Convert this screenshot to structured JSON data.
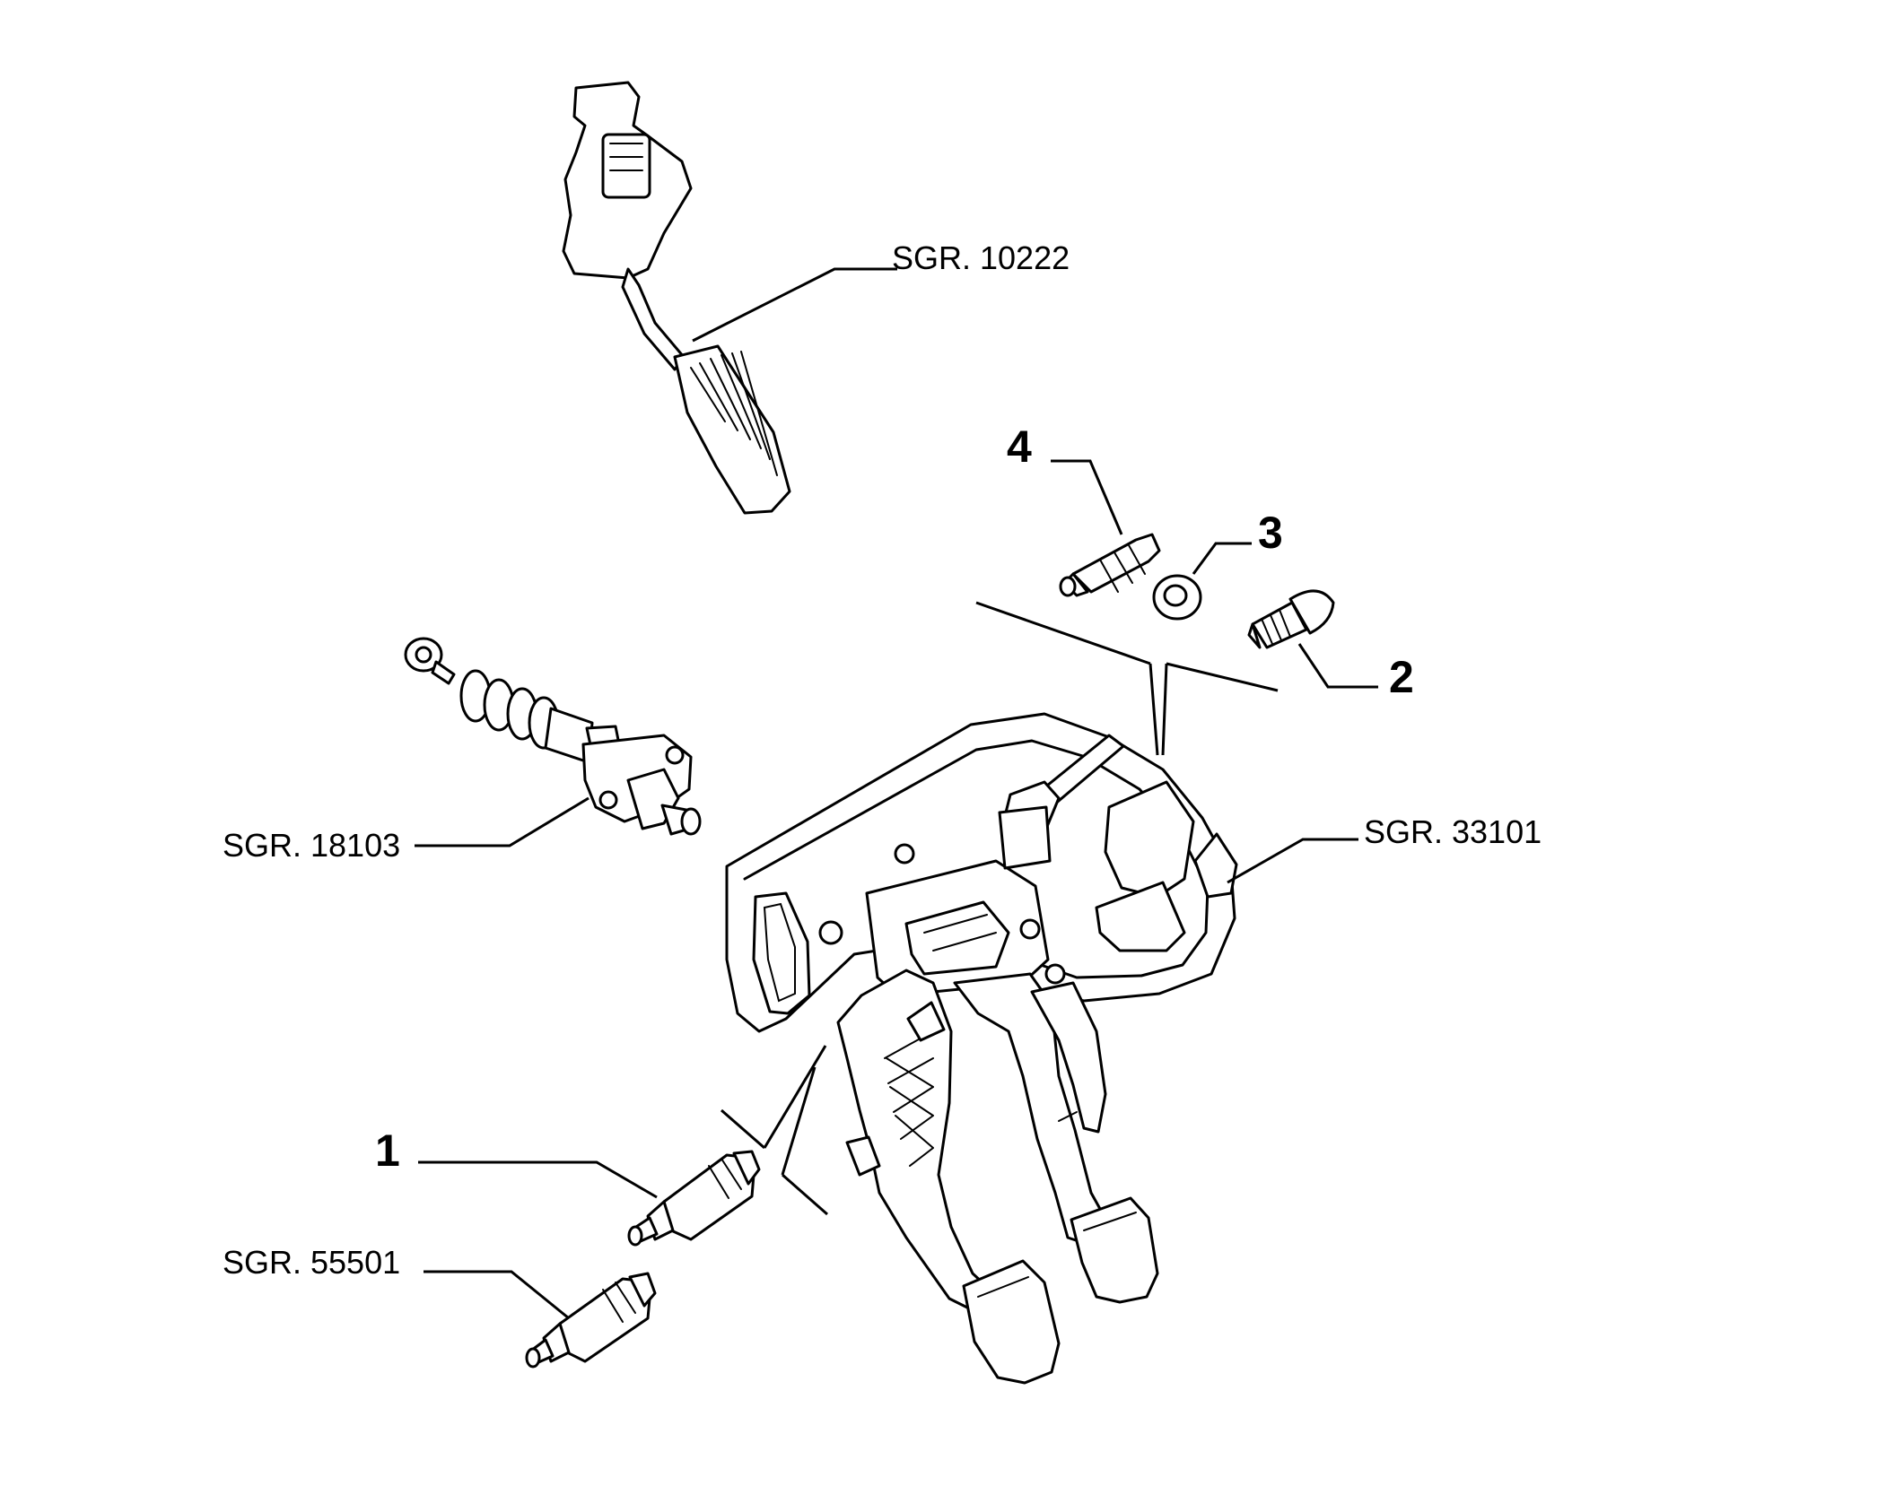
{
  "labels": {
    "sgr_10222": "SGR. 10222",
    "sgr_18103": "SGR. 18103",
    "sgr_33101": "SGR. 33101",
    "sgr_55501": "SGR. 55501",
    "num_1": "1",
    "num_2": "2",
    "num_3": "3",
    "num_4": "4"
  }
}
